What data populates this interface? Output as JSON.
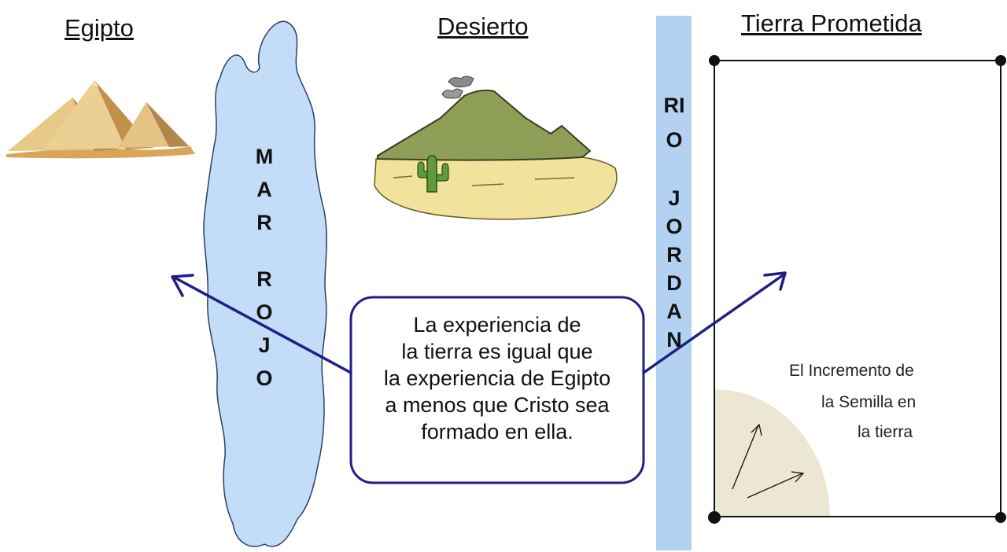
{
  "headings": {
    "egypt": "Egipto",
    "desert": "Desierto",
    "promised_land": "Tierra Prometida"
  },
  "red_sea": {
    "line1": "MAR",
    "line2": "ROJO"
  },
  "jordan": {
    "line1": "RIO",
    "line2": "JORDAN"
  },
  "callout": {
    "lines": [
      "La experiencia de",
      "la tierra es igual que",
      "la experiencia de Egipto",
      "a menos que Cristo sea",
      "formado en ella."
    ]
  },
  "seed_note": {
    "lines": [
      "El Incremento de",
      "la Semilla en",
      "la tierra"
    ]
  },
  "colors": {
    "sea": "#c3dcf7",
    "river": "#b3d2f2",
    "arrow": "#1f1f86",
    "seed_area": "#ebe7d3"
  }
}
